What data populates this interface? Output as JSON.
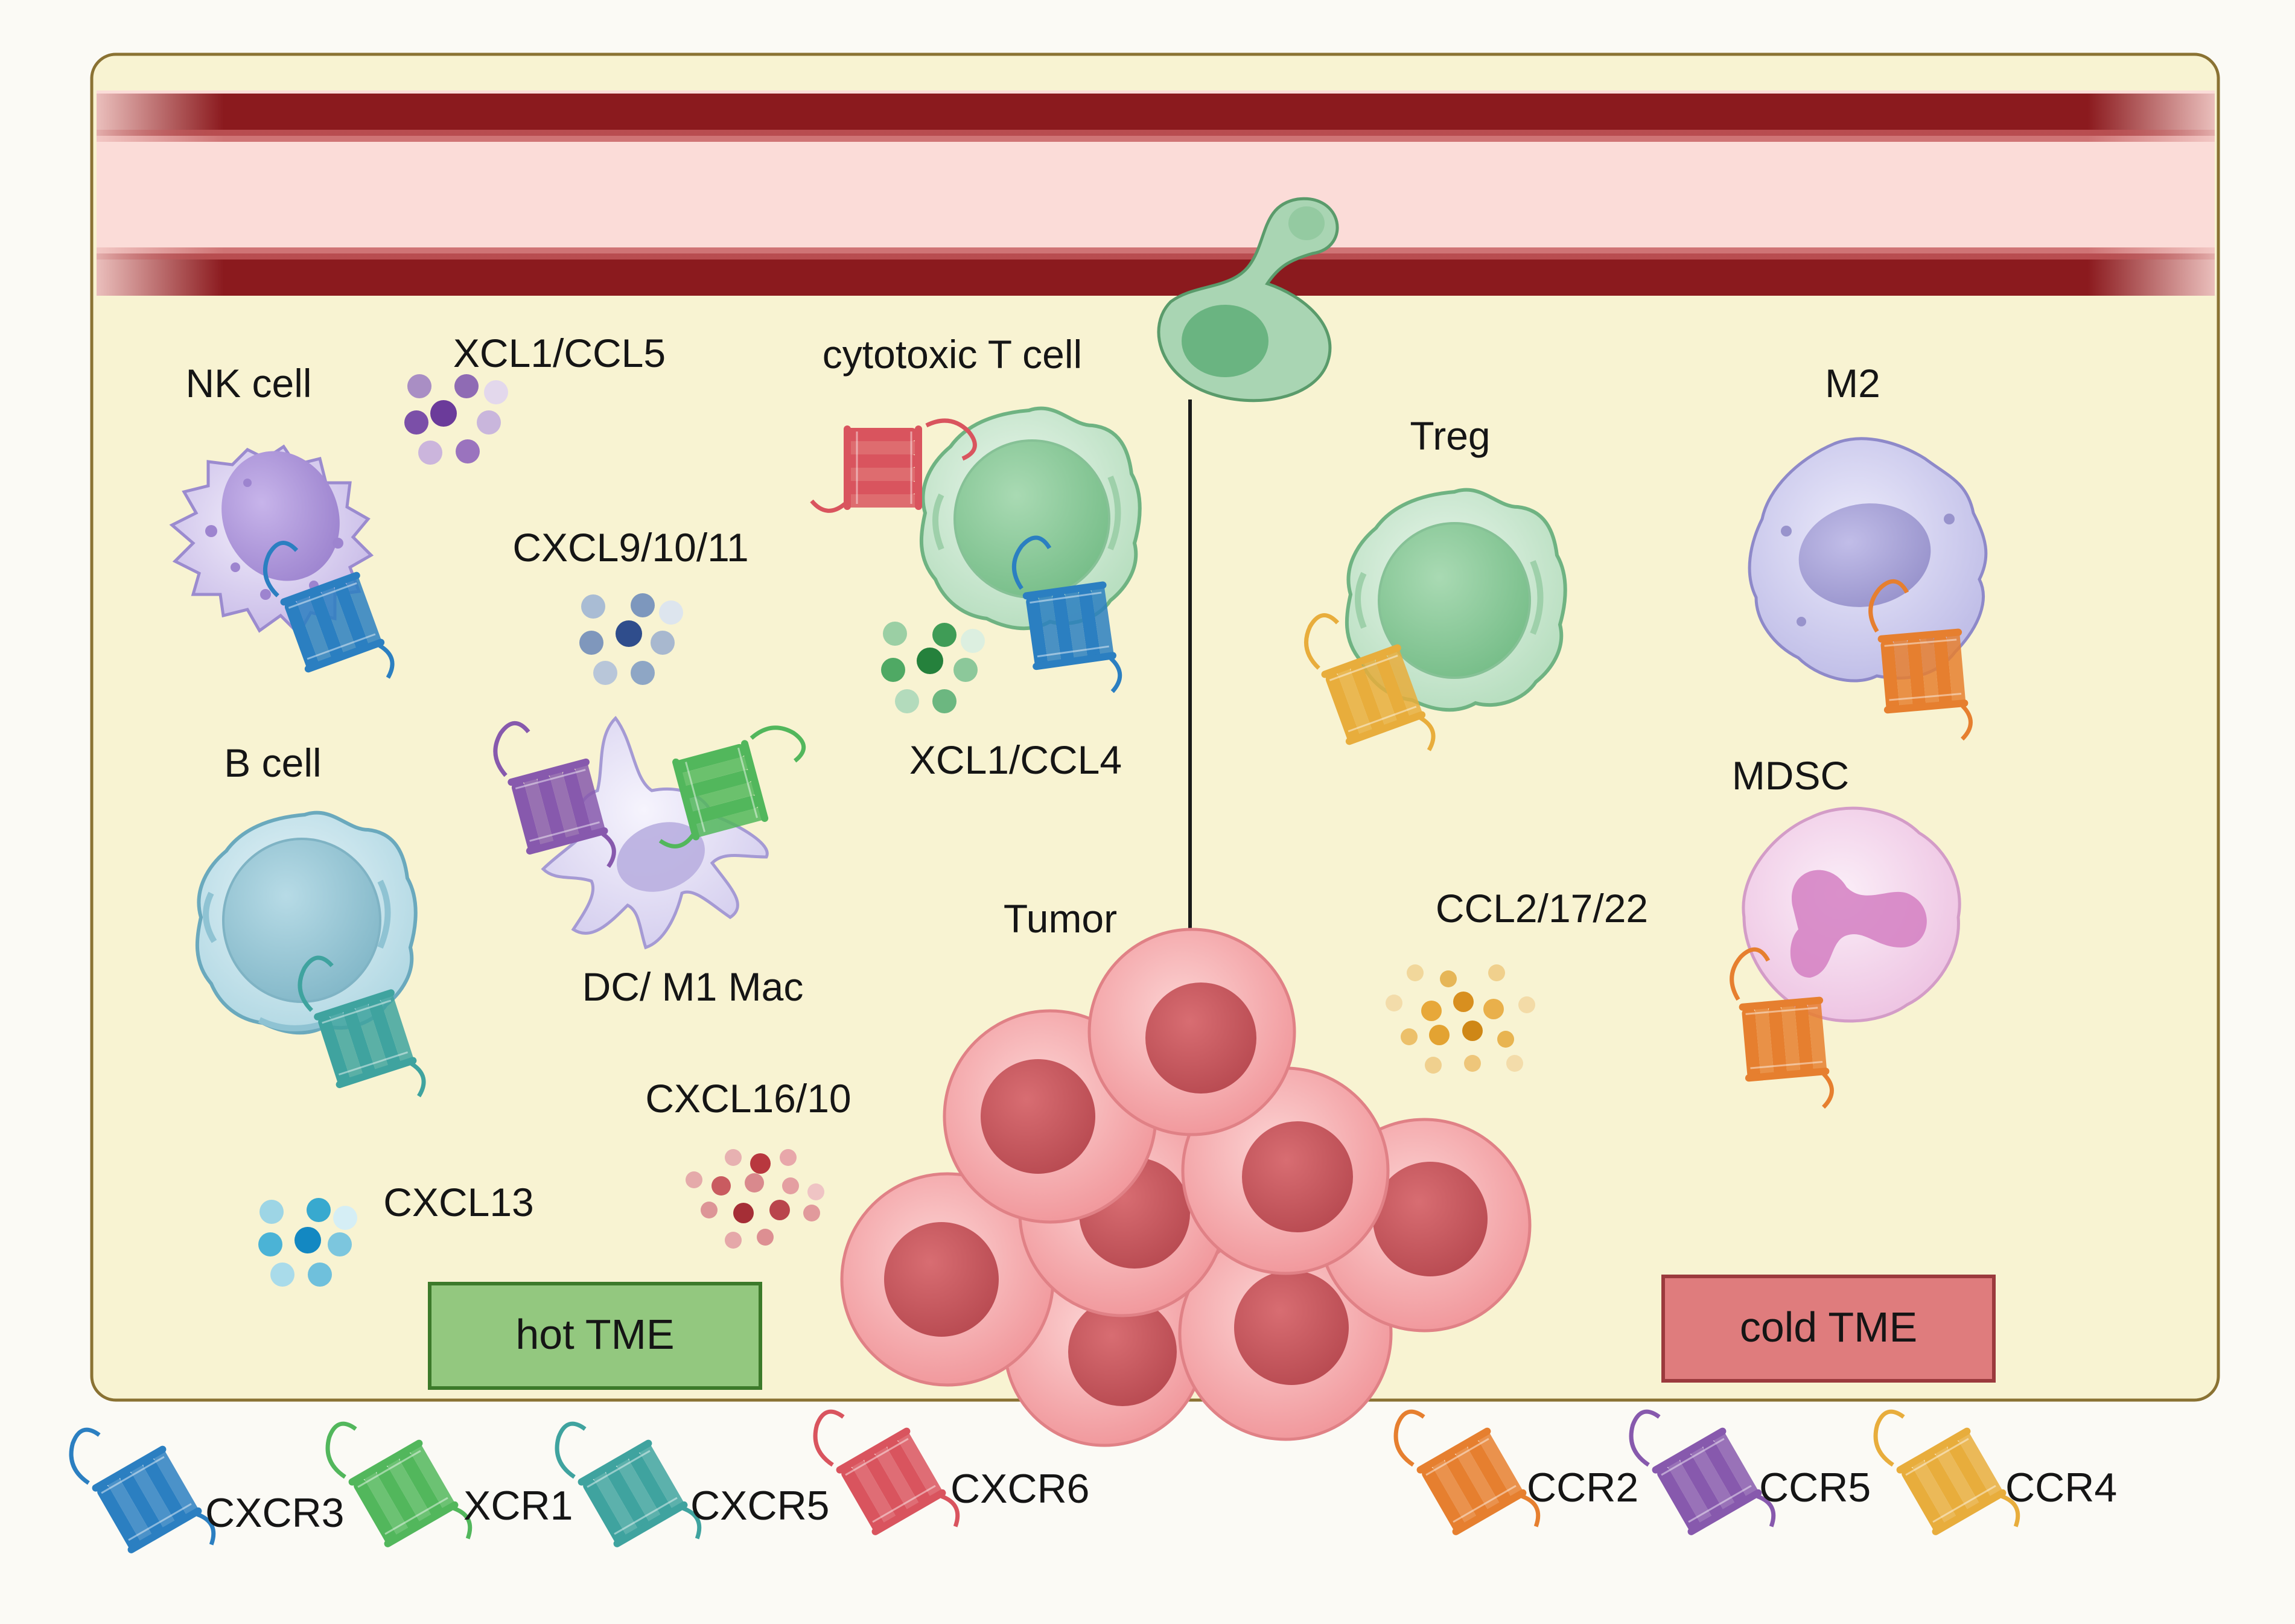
{
  "colors": {
    "background": "#fbfaf5",
    "tme": "#f8f3d2",
    "tme_border": "#8a7233",
    "vessel_wall": "#8b1a1e",
    "vessel_lumen": "#fbdcd8",
    "hot_box": "#93c87f",
    "cold_box": "#df7c7d",
    "cxcr3": "#2b7fc1",
    "xcr1": "#52b75c",
    "cxcr5": "#3fa39f",
    "cxcr6": "#d9545e",
    "ccr2": "#e67f2f",
    "ccr5": "#8759ad",
    "ccr4": "#e8ad3c",
    "tumor": "#f39a9d",
    "tumor_nucleus": "#c9585e"
  },
  "cells": {
    "nk": "NK cell",
    "b": "B cell",
    "dc_m1": "DC/ M1 Mac",
    "ctl": "cytotoxic T cell",
    "treg": "Treg",
    "m2": "M2",
    "mdsc": "MDSC",
    "tumor": "Tumor"
  },
  "chemokines": {
    "xcl1_ccl5": "XCL1/CCL5",
    "cxcl9_10_11": "CXCL9/10/11",
    "xcl1_ccl4": "XCL1/CCL4",
    "cxcl16_10": "CXCL16/10",
    "cxcl13": "CXCL13",
    "ccl2_17_22": "CCL2/17/22"
  },
  "zones": {
    "hot": "hot TME",
    "cold": "cold TME"
  },
  "legend": [
    {
      "label": "CXCR3",
      "color": "#2b7fc1"
    },
    {
      "label": "XCR1",
      "color": "#52b75c"
    },
    {
      "label": "CXCR5",
      "color": "#3fa39f"
    },
    {
      "label": "CXCR6",
      "color": "#d9545e"
    },
    {
      "label": "CCR2",
      "color": "#e67f2f"
    },
    {
      "label": "CCR5",
      "color": "#8759ad"
    },
    {
      "label": "CCR4",
      "color": "#e8ad3c"
    }
  ]
}
